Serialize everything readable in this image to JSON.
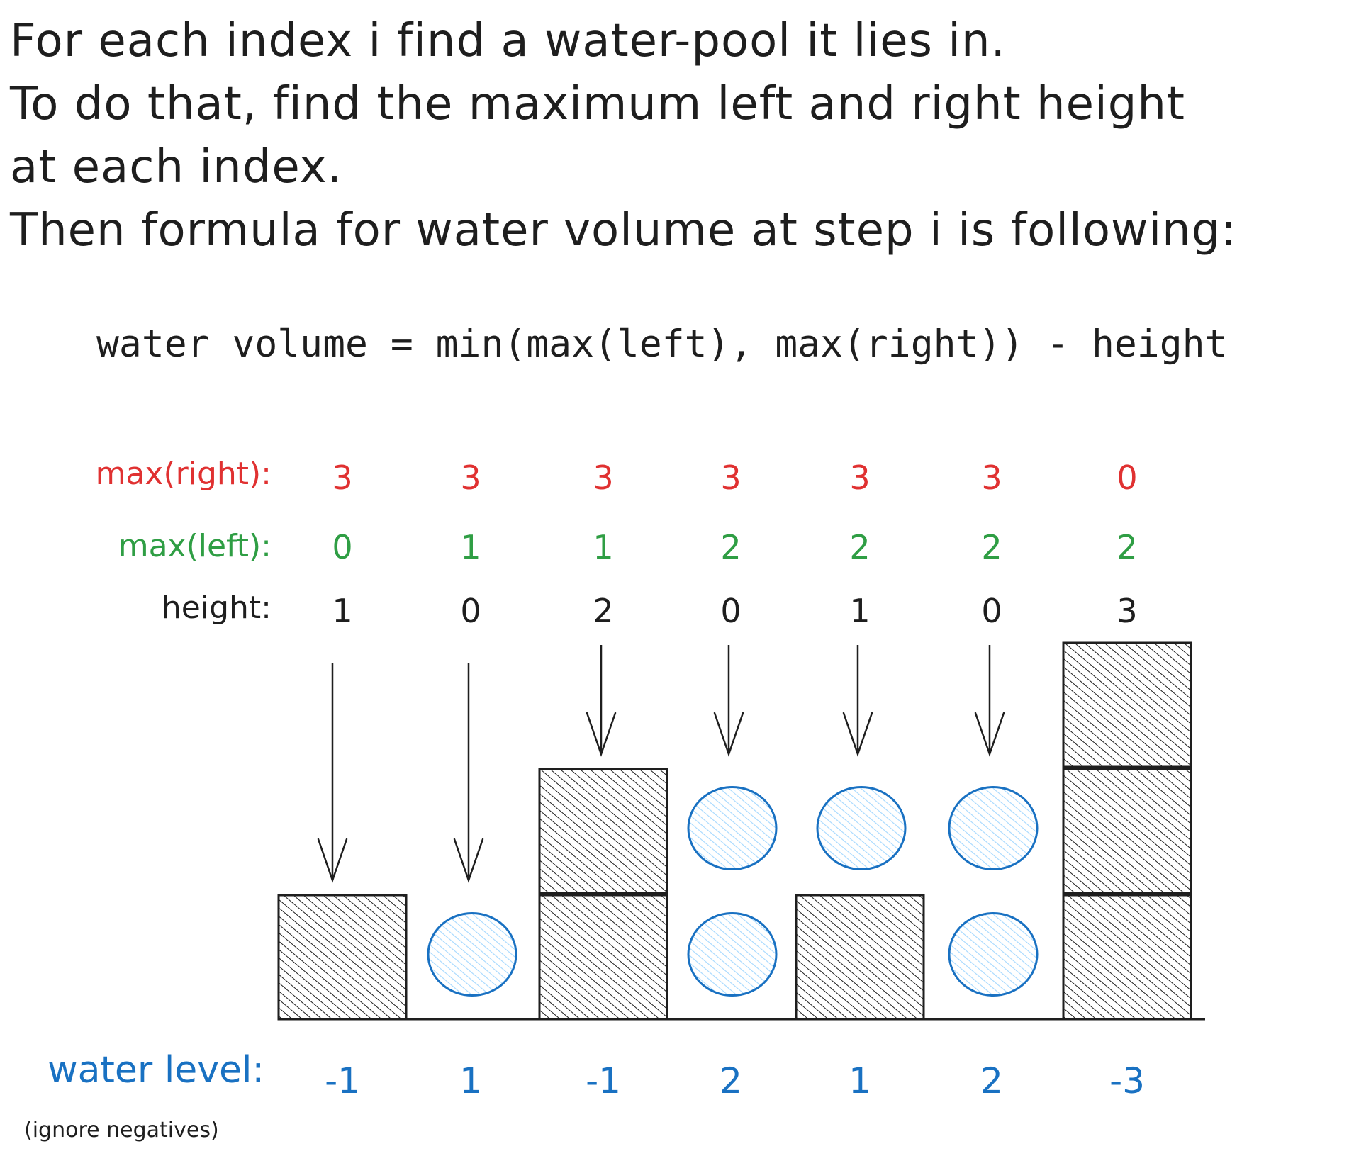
{
  "intro_lines": [
    "For each index i find a water-pool it lies in.",
    "To do that, find the maximum left and right height",
    "at each index.",
    "Then formula for water volume at step i is following:"
  ],
  "formula": "water volume = min(max(left), max(right)) - height",
  "rows": {
    "max_right": {
      "label": "max(right):",
      "values": [
        "3",
        "3",
        "3",
        "3",
        "3",
        "3",
        "0"
      ]
    },
    "max_left": {
      "label": "max(left):",
      "values": [
        "0",
        "1",
        "1",
        "2",
        "2",
        "2",
        "2"
      ]
    },
    "height": {
      "label": "height:",
      "values": [
        "1",
        "0",
        "2",
        "0",
        "1",
        "0",
        "3"
      ]
    },
    "water_level": {
      "label": "water level:",
      "values": [
        "-1",
        "1",
        "-1",
        "2",
        "1",
        "2",
        "-3"
      ]
    }
  },
  "note": "(ignore negatives)",
  "heights": [
    1,
    0,
    2,
    0,
    1,
    0,
    3
  ],
  "water": [
    0,
    1,
    0,
    2,
    1,
    2,
    0
  ],
  "colors": {
    "max_right": "#e03131",
    "max_left": "#2f9e44",
    "height": "#1e1e1e",
    "water_level": "#1971c2",
    "bar_stroke": "#1e1e1e",
    "water_stroke": "#1971c2",
    "water_fill": "#a5d8ff"
  }
}
